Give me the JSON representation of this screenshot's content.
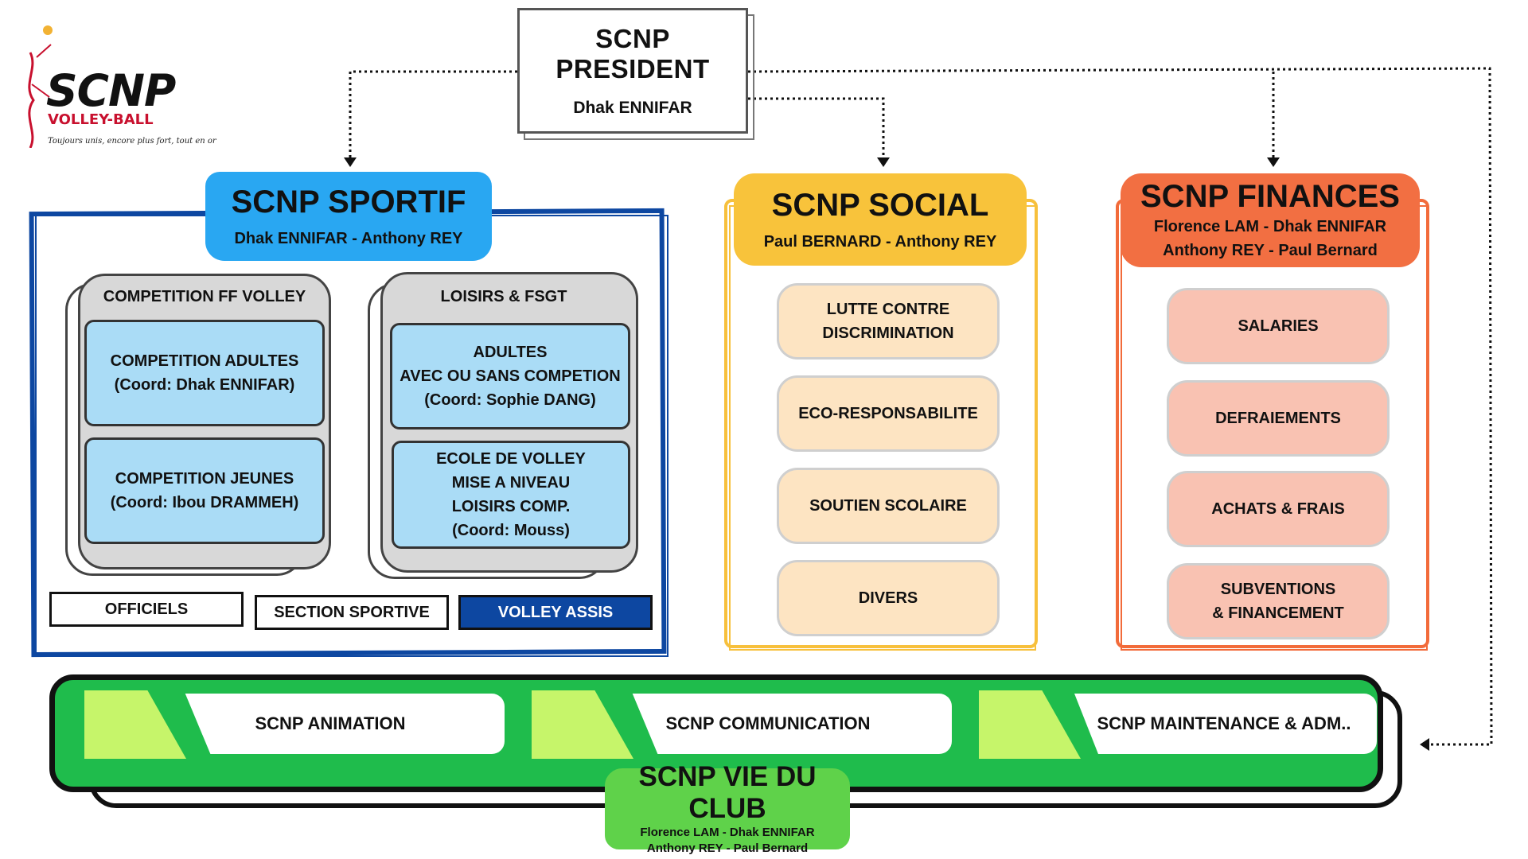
{
  "logo": {
    "name": "SCNP",
    "subtitle": "VOLLEY-BALL",
    "tagline": "Toujours unis, encore plus fort, tout en or"
  },
  "president": {
    "title": "SCNP PRESIDENT",
    "name": "Dhak ENNIFAR"
  },
  "sportif": {
    "title": "SCNP SPORTIF",
    "leads": "Dhak ENNIFAR - Anthony REY",
    "groups": [
      {
        "title": "COMPETITION FF VOLLEY",
        "items": [
          [
            "COMPETITION ADULTES",
            "(Coord: Dhak ENNIFAR)"
          ],
          [
            "COMPETITION JEUNES",
            "(Coord: Ibou DRAMMEH)"
          ]
        ]
      },
      {
        "title": "LOISIRS & FSGT",
        "items": [
          [
            "ADULTES",
            "AVEC OU SANS COMPETION",
            "(Coord: Sophie DANG)"
          ],
          [
            "ECOLE DE VOLLEY",
            "MISE A NIVEAU",
            "LOISIRS COMP.",
            "(Coord: Mouss)"
          ]
        ]
      }
    ],
    "tags": [
      "OFFICIELS",
      "SECTION SPORTIVE",
      "VOLLEY ASSIS"
    ]
  },
  "social": {
    "title": "SCNP SOCIAL",
    "leads": "Paul BERNARD - Anthony REY",
    "items": [
      [
        "LUTTE CONTRE",
        "DISCRIMINATION"
      ],
      [
        "ECO-RESPONSABILITE"
      ],
      [
        "SOUTIEN SCOLAIRE"
      ],
      [
        "DIVERS"
      ]
    ]
  },
  "finances": {
    "title": "SCNP FINANCES",
    "leads_line1": "Florence LAM - Dhak ENNIFAR",
    "leads_line2": "Anthony REY - Paul  Bernard",
    "items": [
      [
        "SALARIES"
      ],
      [
        "DEFRAIEMENTS"
      ],
      [
        "ACHATS & FRAIS"
      ],
      [
        "SUBVENTIONS",
        "& FINANCEMENT"
      ]
    ]
  },
  "club": {
    "title": "SCNP VIE DU CLUB",
    "leads_line1": "Florence LAM - Dhak ENNIFAR",
    "leads_line2": "Anthony REY - Paul  Bernard",
    "items": [
      "SCNP ANIMATION",
      "SCNP COMMUNICATION",
      "SCNP MAINTENANCE & ADM.."
    ]
  },
  "colors": {
    "sportif": "#29a7f2",
    "sportif_border": "#0d47a1",
    "social": "#f8c33b",
    "finances": "#f26f42",
    "club": "#1fbc4c",
    "club_accent": "#c6f56a"
  }
}
